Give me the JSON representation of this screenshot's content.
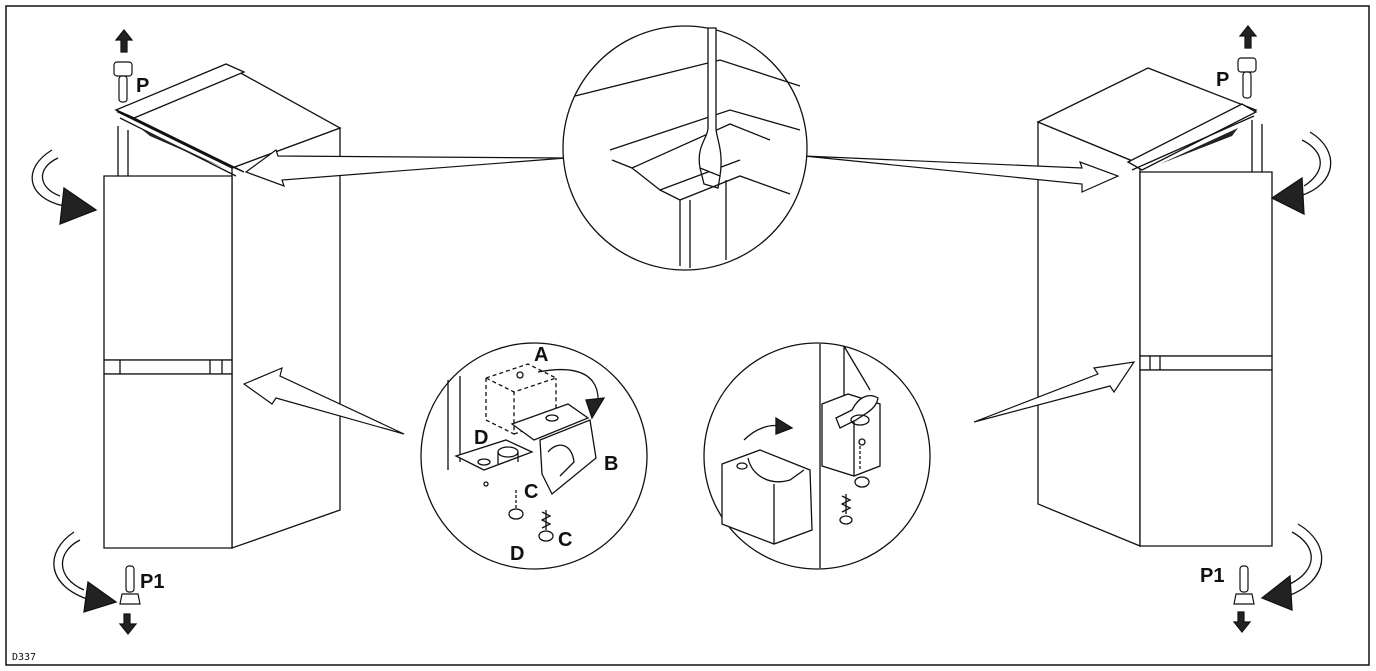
{
  "figure_code": "D337",
  "labels": {
    "p_left": "P",
    "p_right": "P",
    "p1_left": "P1",
    "p1_right": "P1",
    "a": "A",
    "b": "B",
    "c1": "C",
    "c2": "C",
    "d1": "D",
    "d2": "D"
  },
  "colors": {
    "line": "#111111",
    "background": "#ffffff",
    "shade": "#222222"
  }
}
